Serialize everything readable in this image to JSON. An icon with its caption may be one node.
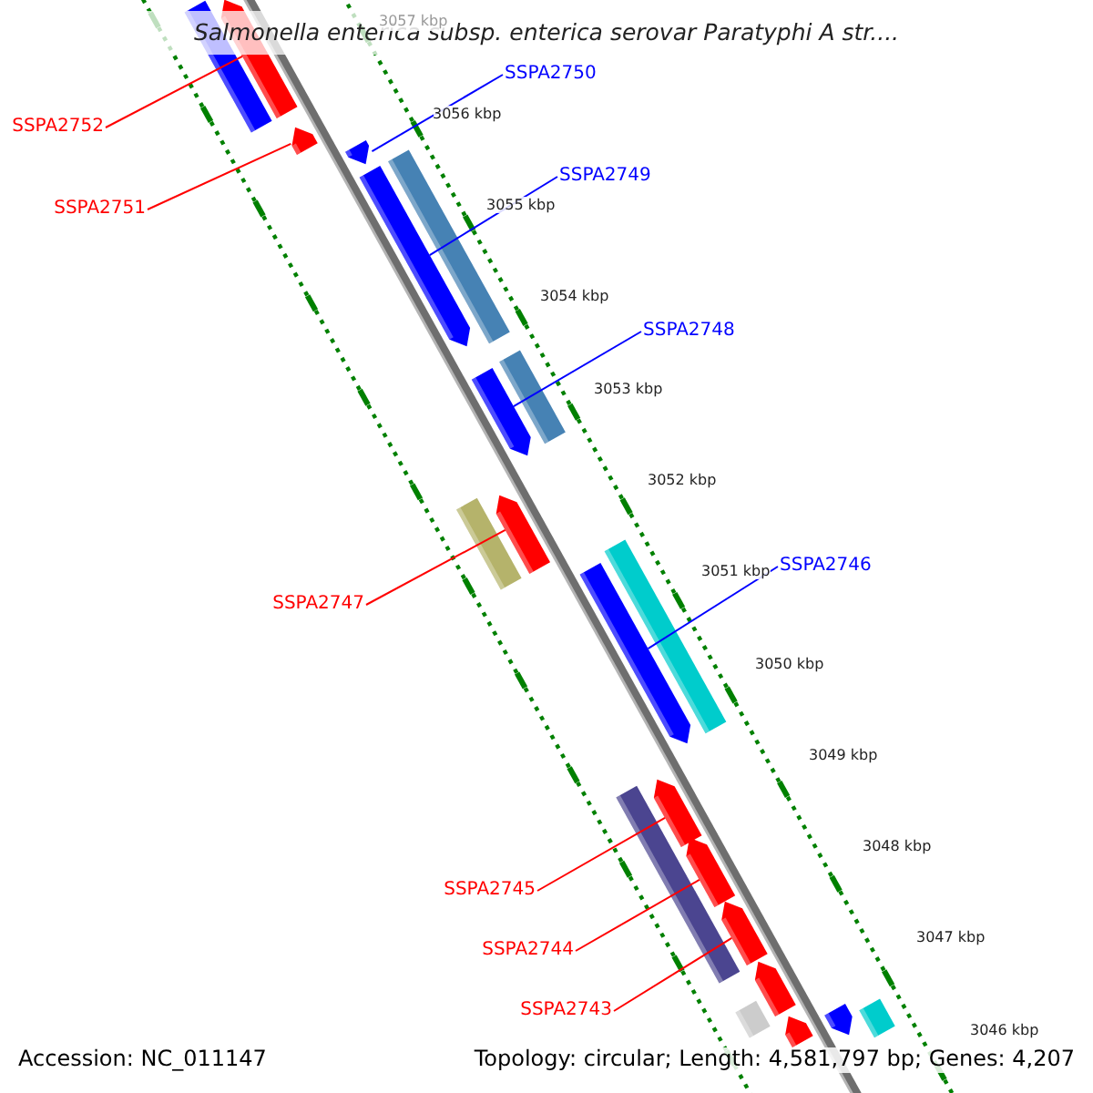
{
  "diagram": {
    "title": "Salmonella enterica subsp. enterica serovar Paratyphi A str....",
    "nodes": [
      {
        "text": [
          "SSPA2750"
        ]
      },
      {
        "text": [
          "SSPA2752"
        ]
      },
      {
        "text": [
          "SSPA2749"
        ]
      },
      {
        "text": [
          "SSPA2751"
        ]
      },
      {
        "text": [
          "SSPA2748"
        ]
      },
      {
        "text": [
          "SSPA2746"
        ]
      },
      {
        "text": [
          "SSPA2747"
        ]
      },
      {
        "text": [
          "SSPA2745"
        ]
      },
      {
        "text": [
          "SSPA2744"
        ]
      },
      {
        "text": [
          "SSPA2743"
        ]
      },
      {
        "text": [],
        "shape": "bar"
      },
      {
        "text": [],
        "shape": "bar"
      },
      {
        "text": [],
        "shape": "bar"
      },
      {
        "text": [],
        "shape": "bar"
      },
      {
        "text": [],
        "shape": "bar"
      },
      {
        "text": [],
        "shape": "bar"
      },
      {
        "text": [],
        "shape": "bar"
      },
      {
        "text": [],
        "shape": "bar"
      },
      {
        "text": [],
        "shape": "bar"
      },
      {
        "text": [],
        "shape": "bar"
      },
      {
        "text": [],
        "shape": "bar"
      },
      {
        "text": [],
        "shape": "bar"
      },
      {
        "text": [],
        "shape": "bar"
      },
      {
        "text": [],
        "shape": "bar"
      },
      {
        "text": [],
        "shape": "bar"
      },
      {
        "text": [],
        "shape": "bar"
      },
      {
        "text": [],
        "shape": "bar"
      },
      {
        "text": [],
        "shape": "bar"
      },
      {
        "text": [],
        "shape": "bar"
      },
      {
        "text": [],
        "shape": "bar"
      },
      {
        "text": [],
        "shape": "bar"
      }
    ],
    "edges": [
      {
        "from": 0,
        "to": 10,
        "arrow": "none",
        "color": "#0000ff"
      },
      {
        "from": 1,
        "to": 11,
        "arrow": "none"
      },
      {
        "from": 2,
        "to": 12,
        "arrow": "none",
        "color": "#0000ff"
      },
      {
        "from": 3,
        "to": 13,
        "arrow": "none"
      },
      {
        "from": 4,
        "to": 14,
        "arrow": "none",
        "color": "#0000ff"
      },
      {
        "from": 5,
        "to": 15,
        "arrow": "none",
        "color": "#0000ff"
      },
      {
        "from": 6,
        "to": 16,
        "arrow": "none"
      },
      {
        "from": 7,
        "to": 17,
        "arrow": "none"
      },
      {
        "from": 8,
        "to": 18,
        "arrow": "none"
      },
      {
        "from": 9,
        "to": 19,
        "arrow": "none"
      }
    ],
    "labels": [
      "3057 kbp",
      "3056 kbp",
      "3055 kbp",
      "3054 kbp",
      "3053 kbp",
      "3052 kbp",
      "3051 kbp",
      "3050 kbp",
      "3049 kbp",
      "3048 kbp",
      "3047 kbp",
      "3046 kbp",
      "Accession: NC_011147",
      "Topology: circular; Length: 4,581,797 bp; Genes: 4,207"
    ]
  }
}
